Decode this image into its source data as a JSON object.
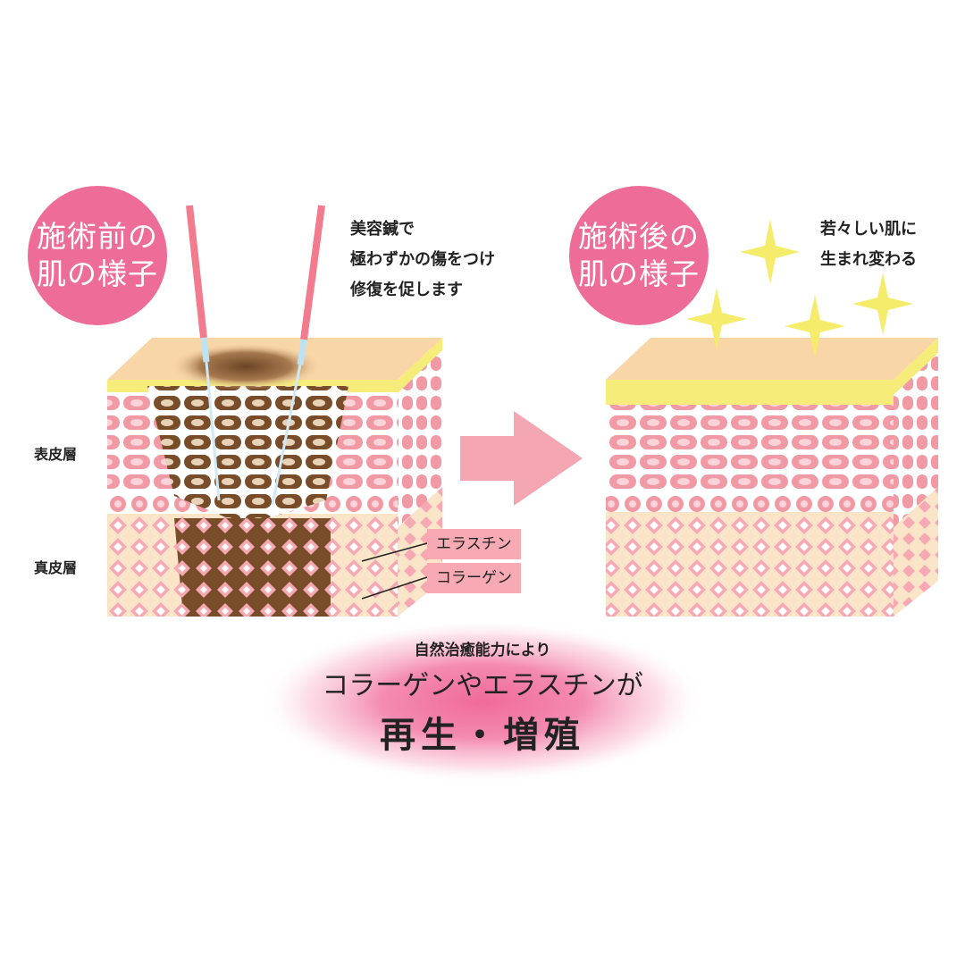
{
  "before": {
    "badge_line1": "施術前の",
    "badge_line2": "肌の様子",
    "note_line1": "美容鍼で",
    "note_line2": "極わずかの傷をつけ",
    "note_line3": "修復を促します"
  },
  "after": {
    "badge_line1": "施術後の",
    "badge_line2": "肌の様子",
    "note_line1": "若々しい肌に",
    "note_line2": "生まれ変わる"
  },
  "layers": {
    "epidermis": "表皮層",
    "dermis": "真皮層"
  },
  "fibers": {
    "elastin": "エラスチン",
    "collagen": "コラーゲン"
  },
  "result": {
    "line1": "自然治癒能力により",
    "line2": "コラーゲンやエラスチンが",
    "line3": "再生・増殖"
  },
  "colors": {
    "badge_pink": "#ee6d98",
    "skin_top": "#f9d6a8",
    "stratum_yellow": "#f5ec7a",
    "cell_pink": "#f19aa5",
    "dermis_peach": "#fbe5c8",
    "damage_brown": "#7a4d2a",
    "arrow_pink": "#f4a7b2",
    "sparkle_yellow": "#f6ec6c",
    "glow_pink": "#f06a9a"
  },
  "icons": [
    "needle-icon",
    "sparkle-icon",
    "arrow-right-icon"
  ]
}
